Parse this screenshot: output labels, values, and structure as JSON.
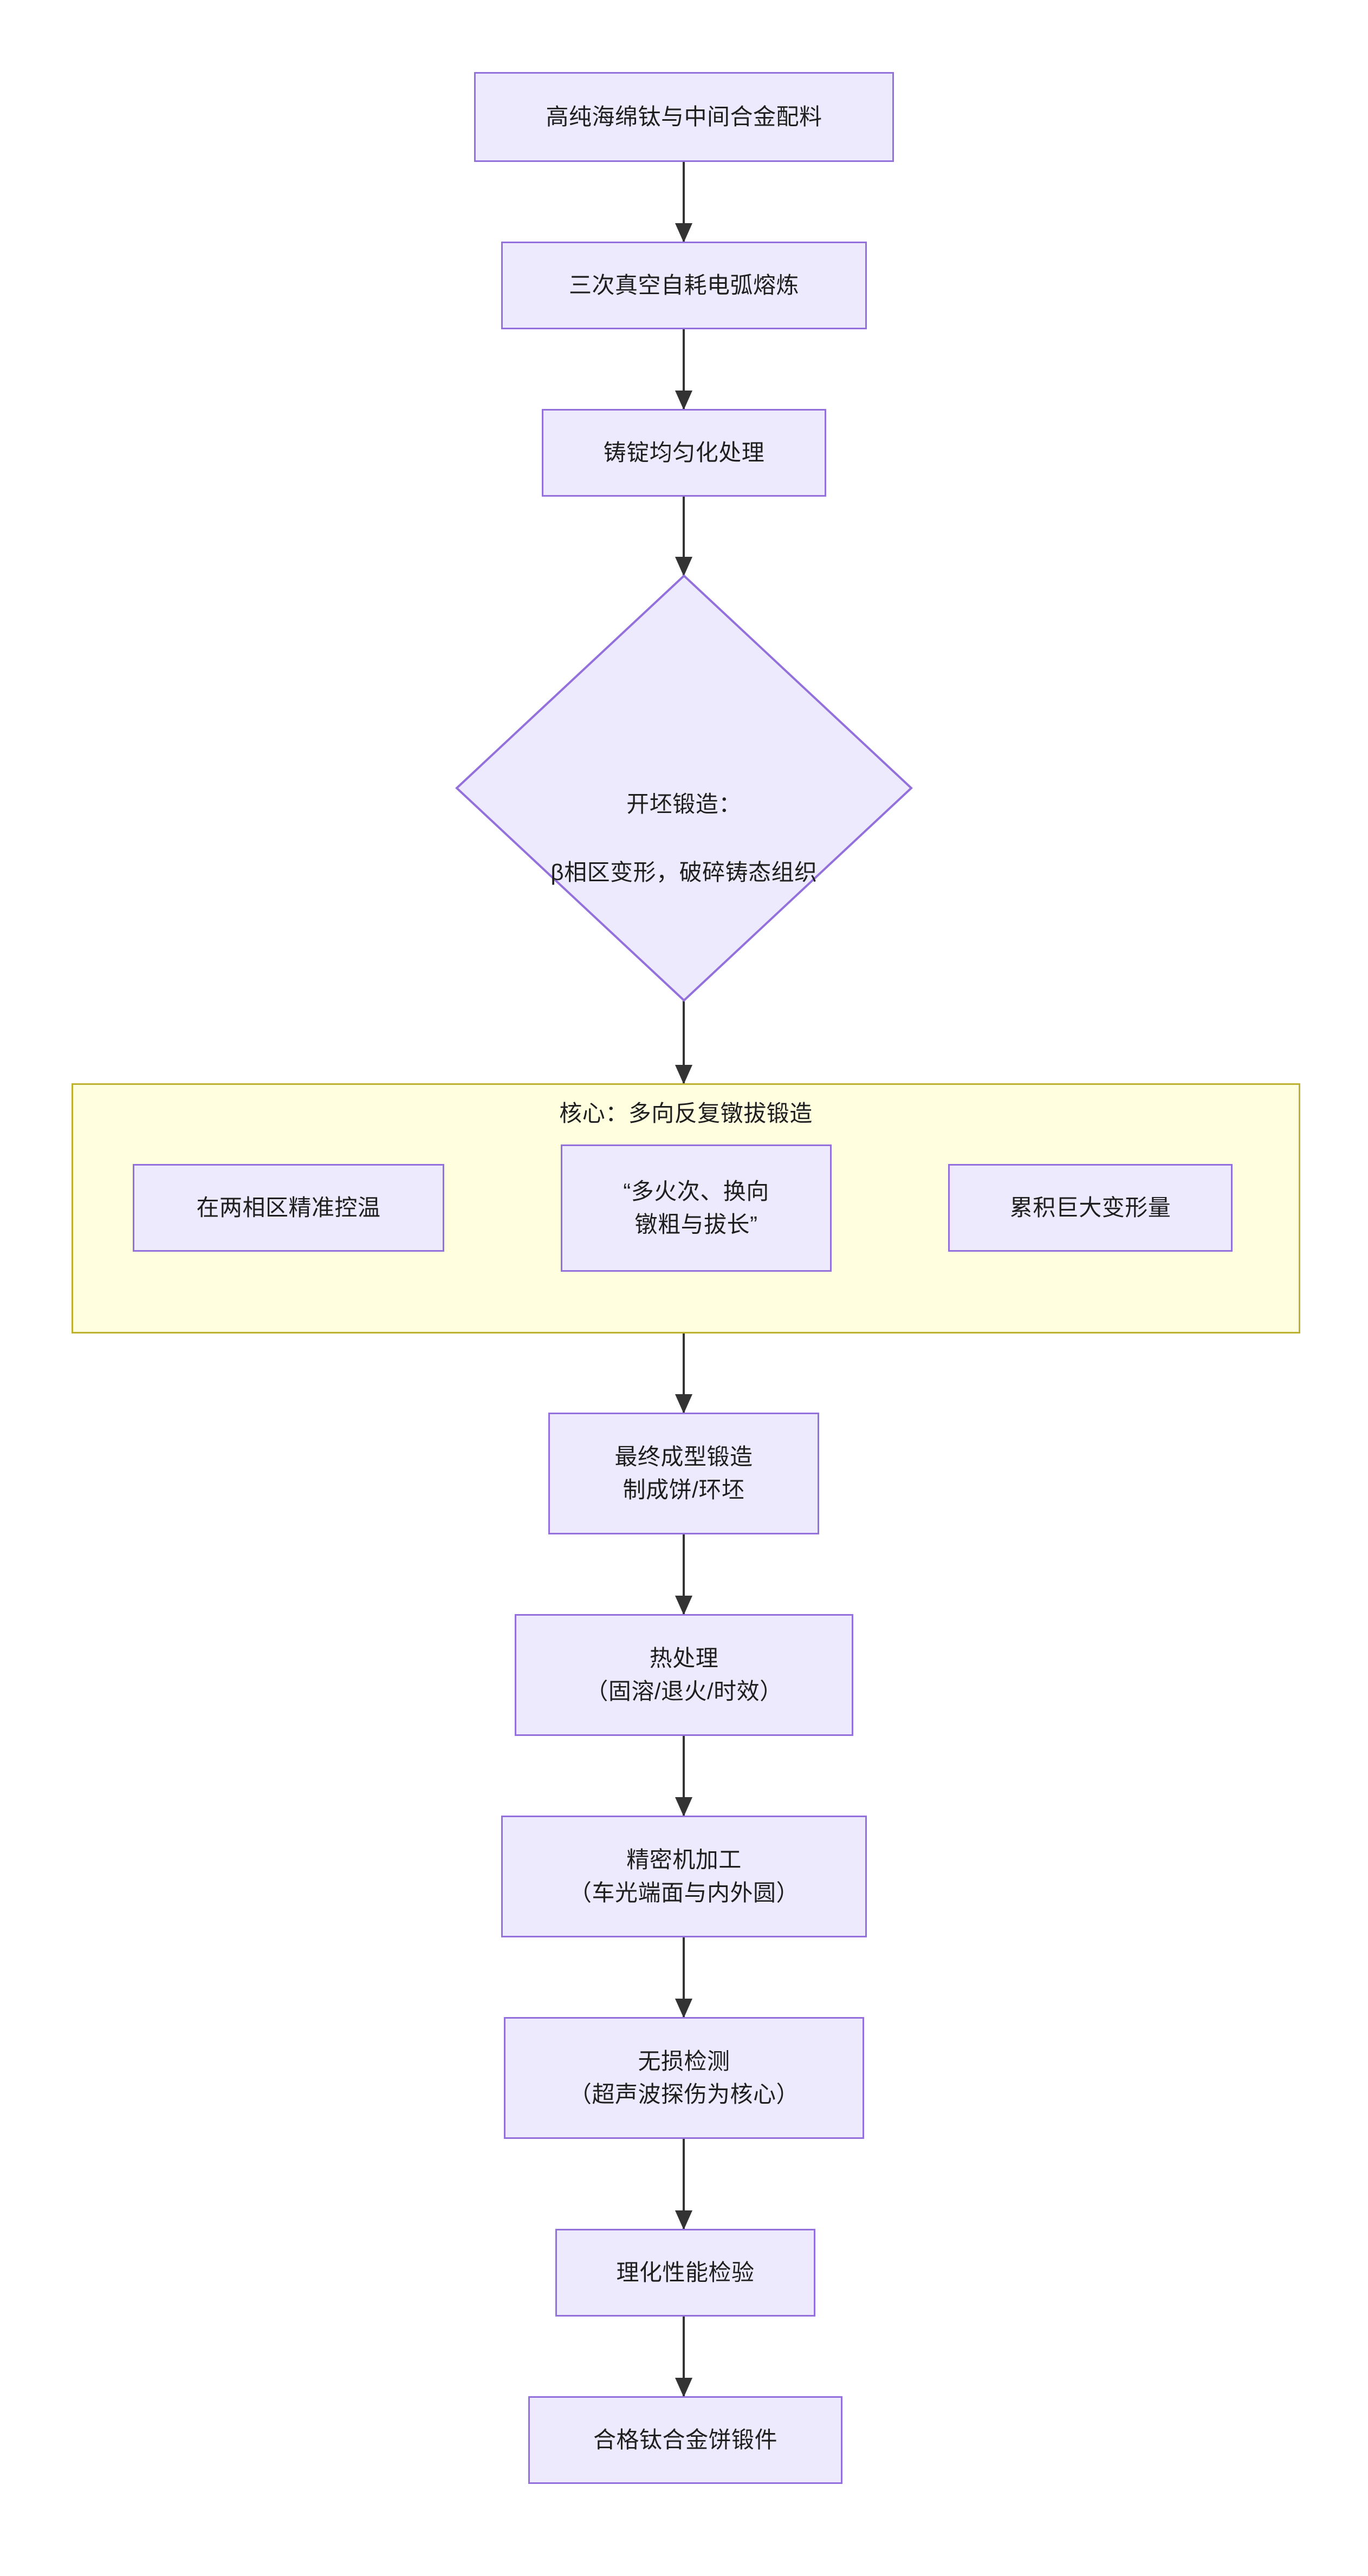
{
  "diagram": {
    "type": "flowchart",
    "direction": "top-to-bottom",
    "title_visible": false,
    "colors": {
      "node_fill": "#ECEAFC",
      "node_border": "#9370DB",
      "cluster_fill": "#FFFFE0",
      "cluster_border": "#BDB12F",
      "edge": "#333333",
      "text": "#1f1f1f",
      "background": "#ffffff"
    },
    "nodes": {
      "raw_material": "高纯海绵钛与中间合金配料",
      "melting": "三次真空自耗电弧熔炼",
      "homogenize": "铸锭均匀化处理",
      "cogging_line1": "开坯锻造：",
      "cogging_line2": "β相区变形，破碎铸态组织",
      "temp_control": "在两相区精准控温",
      "upset_draw_line1": "“多火次、换向",
      "upset_draw_line2": "镦粗与拔长”",
      "deformation": "累积巨大变形量",
      "final_forge_line1": "最终成型锻造",
      "final_forge_line2": "制成饼/环坯",
      "heat_treat_line1": "热处理",
      "heat_treat_line2": "（固溶/退火/时效）",
      "machining_line1": "精密机加工",
      "machining_line2": "（车光端面与内外圆）",
      "ndt_line1": "无损检测",
      "ndt_line2": "（超声波探伤为核心）",
      "phys_chem_test": "理化性能检验",
      "final_product": "合格钛合金饼锻件"
    },
    "cluster": {
      "label": "核心：多向反复镦拔锻造"
    },
    "edges": [
      {
        "from": "raw_material",
        "to": "melting"
      },
      {
        "from": "melting",
        "to": "homogenize"
      },
      {
        "from": "homogenize",
        "to": "cogging"
      },
      {
        "from": "cogging",
        "to": "cluster"
      },
      {
        "from": "temp_control",
        "to": "upset_draw"
      },
      {
        "from": "upset_draw",
        "to": "deformation"
      },
      {
        "from": "cluster",
        "to": "final_forge"
      },
      {
        "from": "final_forge",
        "to": "heat_treat"
      },
      {
        "from": "heat_treat",
        "to": "machining"
      },
      {
        "from": "machining",
        "to": "ndt"
      },
      {
        "from": "ndt",
        "to": "phys_chem_test"
      },
      {
        "from": "phys_chem_test",
        "to": "final_product"
      }
    ]
  }
}
